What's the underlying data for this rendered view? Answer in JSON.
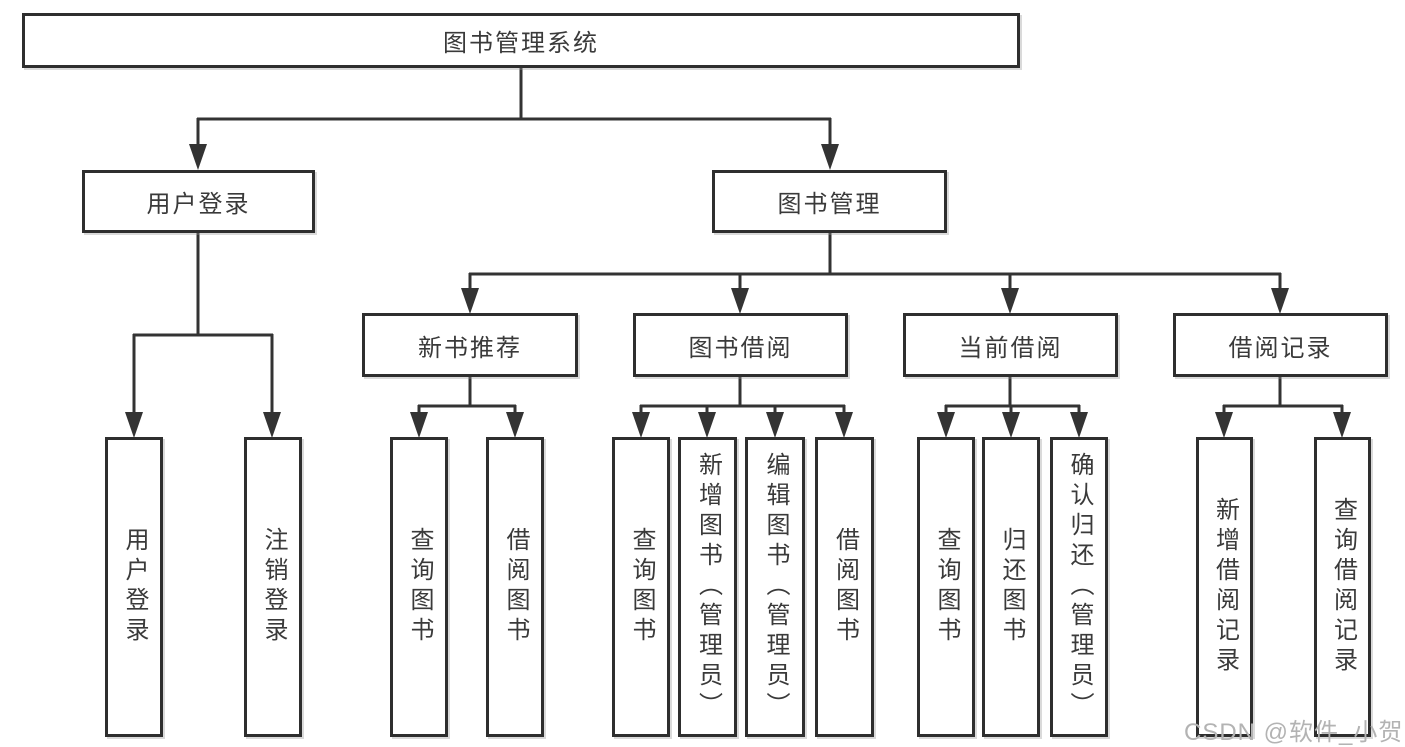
{
  "canvas": {
    "background": "#ffffff",
    "line_color": "#333333",
    "box_border_color": "#2e2e2e",
    "text_color": "#3a3a3a"
  },
  "watermark": {
    "text": "CSDN @软件_小贺同学",
    "color": "#b3b3b3"
  },
  "tree": {
    "root": {
      "label": "图书管理系统"
    },
    "branches": [
      {
        "label": "用户登录",
        "children": [
          {
            "label": "用户登录"
          },
          {
            "label": "注销登录"
          }
        ]
      },
      {
        "label": "图书管理",
        "groups": [
          {
            "label": "新书推荐",
            "children": [
              {
                "label": "查询图书"
              },
              {
                "label": "借阅图书"
              }
            ]
          },
          {
            "label": "图书借阅",
            "children": [
              {
                "label": "查询图书"
              },
              {
                "label": "新增图书（管理员）"
              },
              {
                "label": "编辑图书（管理员）"
              },
              {
                "label": "借阅图书"
              }
            ]
          },
          {
            "label": "当前借阅",
            "children": [
              {
                "label": "查询图书"
              },
              {
                "label": "归还图书"
              },
              {
                "label": "确认归还（管理员）"
              }
            ]
          },
          {
            "label": "借阅记录",
            "children": [
              {
                "label": "新增借阅记录"
              },
              {
                "label": "查询借阅记录"
              }
            ]
          }
        ]
      }
    ]
  }
}
